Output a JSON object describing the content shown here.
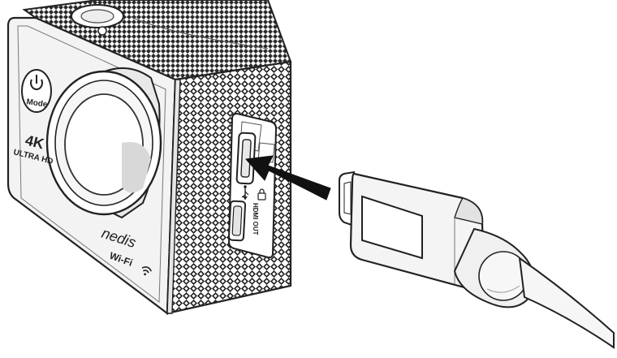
{
  "camera": {
    "mode_label": "Mode",
    "resolution_label": "4K",
    "hd_label": "ULTRA HD",
    "brand_label": "nedis",
    "wifi_label": "Wi-Fi",
    "hdmi_port_label": "HDMI OUT"
  },
  "colors": {
    "outline": "#222222",
    "body_fill": "#f2f2f2",
    "shade_fill": "#d9d9d9",
    "mesh_fill": "#bcbcbc"
  },
  "icons": [
    "power-icon",
    "wifi-icon",
    "usb-icon",
    "lock-icon",
    "arrow-icon"
  ]
}
